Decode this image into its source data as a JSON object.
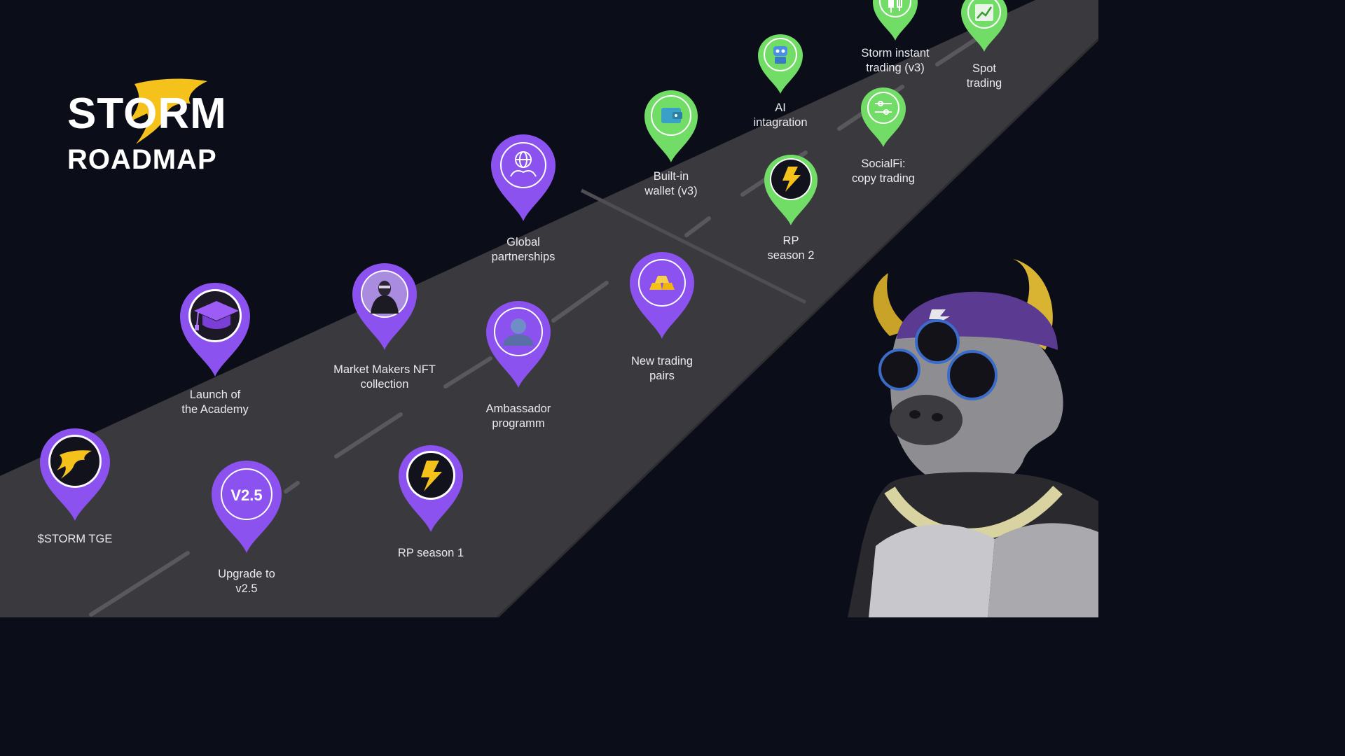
{
  "brand": {
    "title": "STORM",
    "subtitle": "ROADMAP",
    "accent": "#f4c21a"
  },
  "colors": {
    "done": "#8c52f0",
    "planned": "#71dd66",
    "road": "#3a3a3e",
    "background": "#0b0d18"
  },
  "milestones": [
    {
      "label": "$STORM TGE",
      "status": "done",
      "icon": "bolt-icon"
    },
    {
      "label": "Upgrade to\nv2.5",
      "status": "done",
      "icon": "version-badge",
      "badge": "V2.5"
    },
    {
      "label": "Launch of\nthe Academy",
      "status": "done",
      "icon": "graduation-cap-icon"
    },
    {
      "label": "RP season 1",
      "status": "done",
      "icon": "bolt-icon"
    },
    {
      "label": "Market Makers NFT\ncollection",
      "status": "done",
      "icon": "nft-avatar-icon"
    },
    {
      "label": "Ambassador\nprogramm",
      "status": "done",
      "icon": "user-icon"
    },
    {
      "label": "Global\npartnerships",
      "status": "done",
      "icon": "globe-handshake-icon"
    },
    {
      "label": "New trading\npairs",
      "status": "done",
      "icon": "gold-bars-icon"
    },
    {
      "label": "Built-in\nwallet (v3)",
      "status": "planned",
      "icon": "wallet-icon"
    },
    {
      "label": "RP\nseason 2",
      "status": "planned",
      "icon": "bolt-icon"
    },
    {
      "label": "AI\nintagration",
      "status": "planned",
      "icon": "robot-icon"
    },
    {
      "label": "SocialFi:\ncopy trading",
      "status": "planned",
      "icon": "copy-trading-icon"
    },
    {
      "label": "Storm instant\ntrading (v3)",
      "status": "planned",
      "icon": "candlestick-icon"
    },
    {
      "label": "Spot\ntrading",
      "status": "planned",
      "icon": "chart-up-icon"
    }
  ]
}
